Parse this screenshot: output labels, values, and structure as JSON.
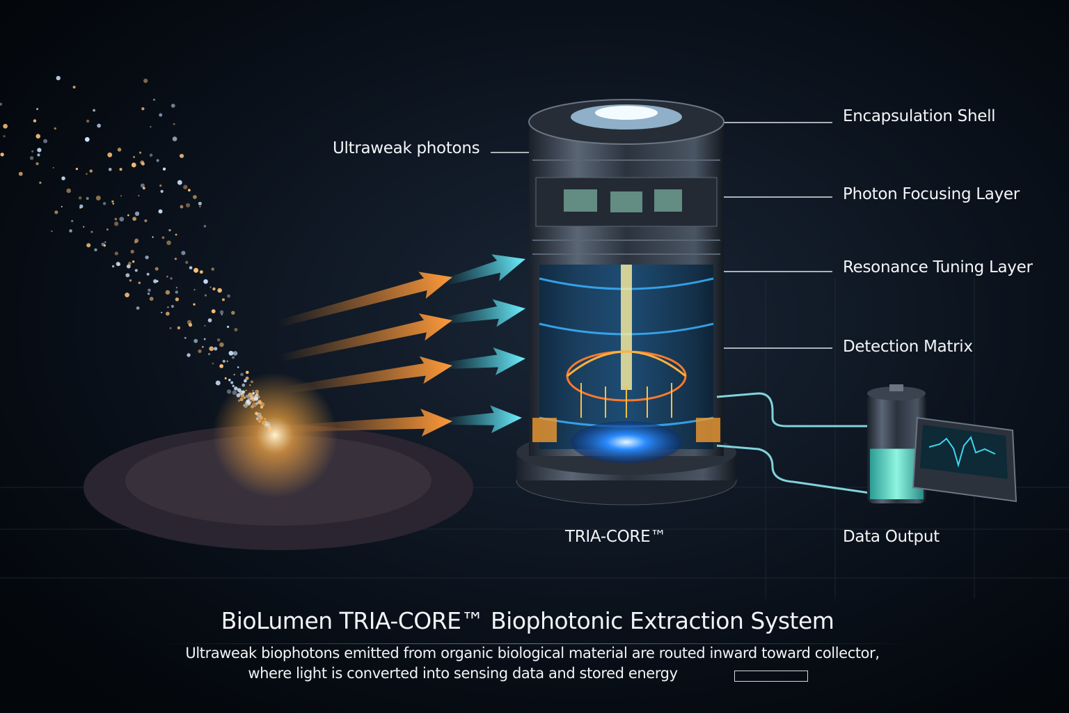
{
  "labels": {
    "ultraweak_photons": "Ultraweak photons",
    "encapsulation_shell": "Encapsulation Shell",
    "photon_focusing_layer": "Photon Focusing Layer",
    "resonance_tuning_layer": "Resonance Tuning Layer",
    "detection_matrix": "Detection Matrix",
    "device_name": "TRIA-CORE™",
    "data_output": "Data Output"
  },
  "title": "BioLumen TRIA-CORE™ Biophotonic Extraction System",
  "subtitle": {
    "line1": "Ultraweak biophotons emitted from organic biological material are routed inward toward collector,",
    "line2": "where light is converted into sensing data and stored energy"
  },
  "battery_level": 0.5,
  "colors": {
    "background": "#05080d",
    "photon_orange": "#f08a2c",
    "photon_cyan": "#45d8e6",
    "core_blue": "#2a8cff"
  }
}
